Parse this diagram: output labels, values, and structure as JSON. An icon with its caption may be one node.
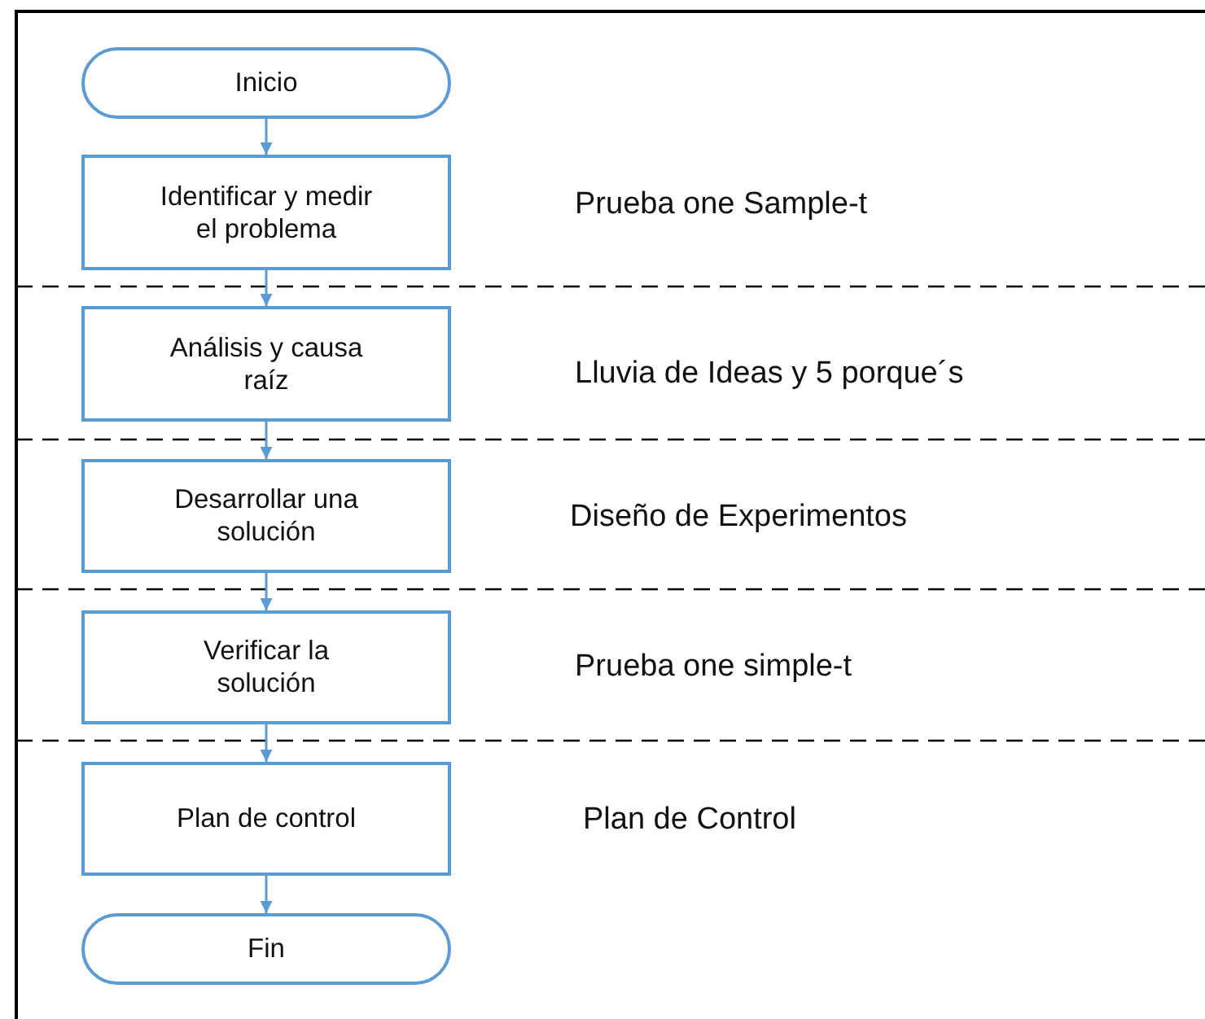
{
  "diagram": {
    "nodes": [
      {
        "text": [
          "Inicio"
        ]
      },
      {
        "text": [
          "Identificar y medir el problema"
        ]
      },
      {
        "text": [
          "Análisis y causa raíz"
        ]
      },
      {
        "text": [
          "Desarrollar una solución"
        ]
      },
      {
        "text": [
          "Verificar la solución"
        ]
      },
      {
        "text": [
          "Plan de control"
        ]
      },
      {
        "text": [
          "Fin"
        ]
      }
    ],
    "edges": [
      {
        "from": 0,
        "to": 1,
        "arrow": "to"
      },
      {
        "from": 1,
        "to": 2,
        "arrow": "to"
      },
      {
        "from": 2,
        "to": 3,
        "arrow": "to"
      },
      {
        "from": 3,
        "to": 4,
        "arrow": "to"
      },
      {
        "from": 4,
        "to": 5,
        "arrow": "to"
      },
      {
        "from": 5,
        "to": 6,
        "arrow": "to"
      }
    ],
    "labels": [
      "Prueba one Sample-t",
      "Lluvia de Ideas y 5 porque´s",
      "Diseño de Experimentos",
      "Prueba one simple-t",
      "Plan de Control"
    ]
  }
}
